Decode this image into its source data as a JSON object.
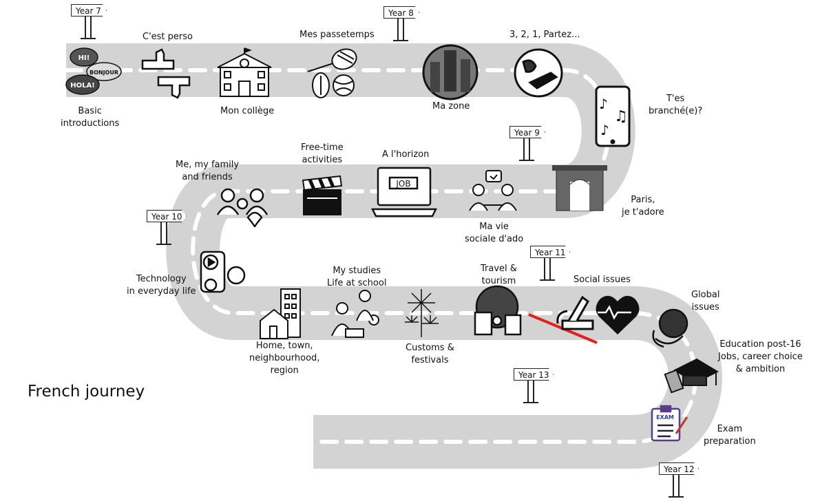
{
  "title": "French journey",
  "years": {
    "y7": "Year 7",
    "y8": "Year 8",
    "y9": "Year 9",
    "y10": "Year 10",
    "y11": "Year 11",
    "y12": "Year 12",
    "y13": "Year 13"
  },
  "topics": {
    "basic": "Basic\nintroductions",
    "perso": "C'est perso",
    "college": "Mon collège",
    "passetemps": "Mes passetemps",
    "zone": "Ma zone",
    "partez": "3, 2, 1, Partez...",
    "branche": "T'es\nbranché(e)?",
    "paris": "Paris,\nje t'adore",
    "vie": "Ma vie\nsociale d'ado",
    "horizon": "A l'horizon",
    "freetime": "Free-time\nactivities",
    "family": "Me, my family\nand friends",
    "tech": "Technology\nin everyday life",
    "home": "Home, town,\nneighbourhood,\nregion",
    "studies": "My studies\nLife at school",
    "customs": "Customs &\nfestivals",
    "travel": "Travel &\ntourism",
    "social": "Social issues",
    "global": "Global\nissues",
    "education": "Education post-16\nJobs, career choice\n& ambition",
    "exam": "Exam\npreparation"
  },
  "icon_text": {
    "hi": "HI!",
    "bonjour": "BONJOUR",
    "hola": "HOLA!",
    "job": "JOB",
    "exam": "EXAM"
  },
  "colors": {
    "road": "#d3d3d3",
    "road_edge": "#c6c6c6",
    "dash": "#ffffff",
    "strike": "#e0211c"
  }
}
